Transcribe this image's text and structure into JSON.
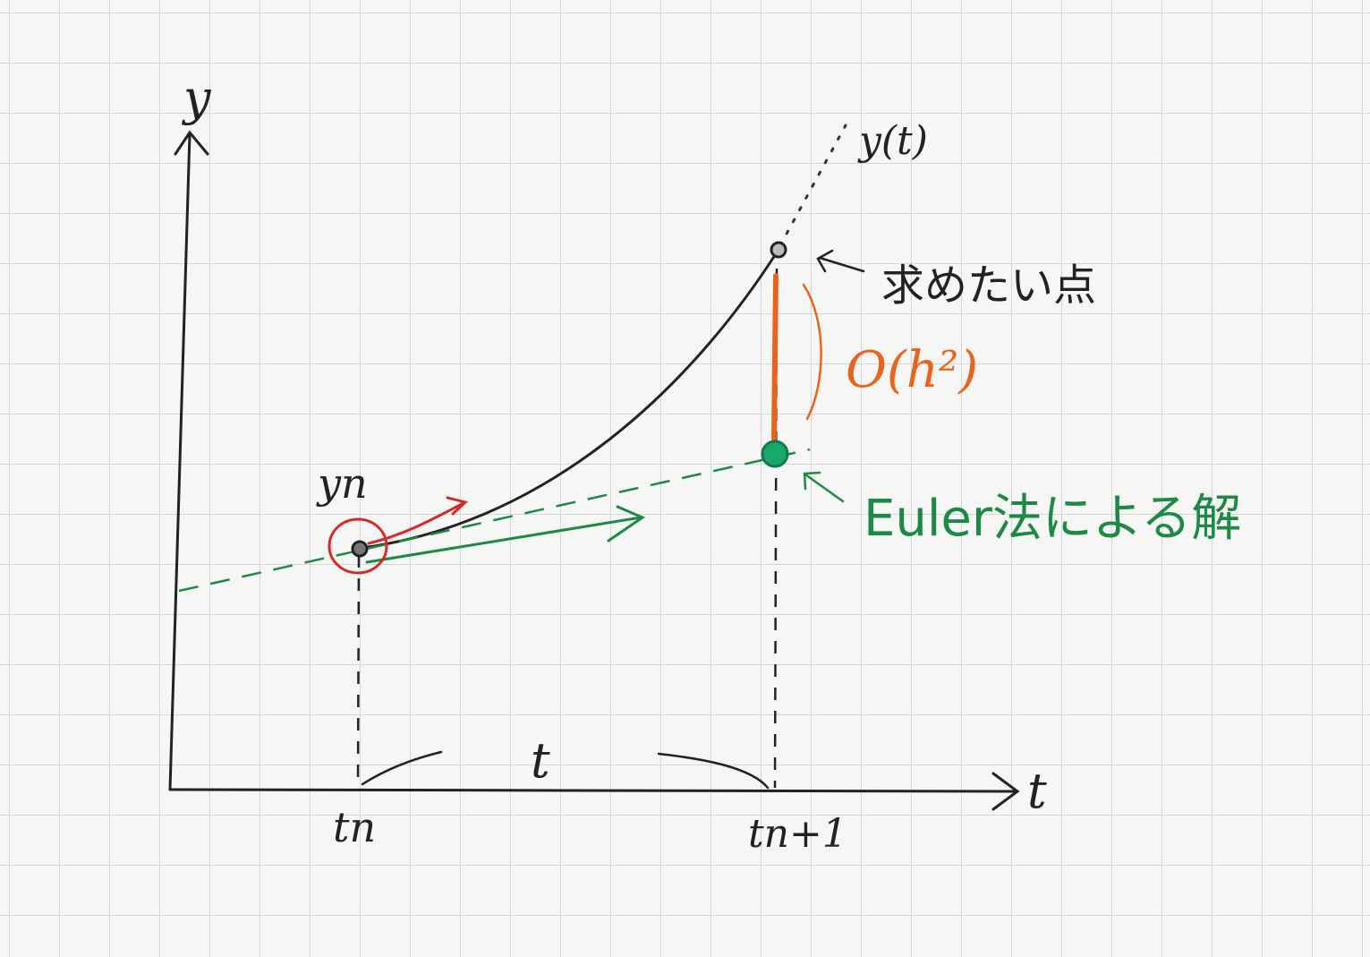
{
  "labels": {
    "y_axis": "y",
    "t_axis": "t",
    "curve": "y(t)",
    "y_n": "yn",
    "t_n": "tn",
    "t_n1": "tn+1",
    "step_width": "t",
    "target_point": "求めたい点",
    "error_order": "O(h²)",
    "euler_solution": "Euler法による解"
  },
  "colors": {
    "paper": "#f6f6f4",
    "grid": "#c9cbd3",
    "ink": "#222222",
    "euler_green": "#1c8a45",
    "error_orange": "#e8641b",
    "circle_red": "#d42a2a",
    "point_teal": "#1aa86a"
  },
  "icons": {
    "target_arrow": "arrow-left-icon",
    "euler_arrow": "arrow-up-left-icon"
  }
}
